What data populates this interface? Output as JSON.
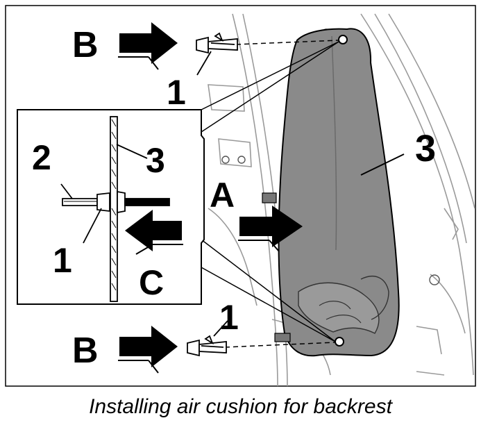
{
  "labels": {
    "arrow_b": "B",
    "arrow_a": "A",
    "arrow_c": "C",
    "part_clip": "1",
    "part_tool": "2",
    "part_cushion": "3"
  },
  "caption": "Installing air cushion for backrest",
  "colors": {
    "cushion_fill": "#8a8a8a",
    "line": "#000000",
    "seat_line": "#9a9a9a",
    "background": "#ffffff"
  }
}
